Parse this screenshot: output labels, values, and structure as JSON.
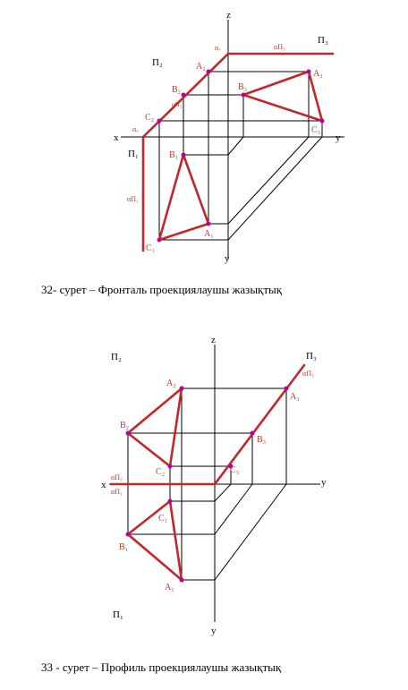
{
  "figure1": {
    "caption": "32-  сурет – Фронталь проекциялаушы жазықтық",
    "axis": {
      "z": "z",
      "x": "x",
      "y1": "y",
      "y2": "y"
    },
    "planes": {
      "p2": "П₂",
      "p3": "П₃",
      "p1": "П₁"
    },
    "alpha": {
      "a_z": "αₓ",
      "a_x": "αₓ",
      "a_p3": "αΠ₃",
      "a_p2": "αΠ₂",
      "a_p1": "αΠ₁"
    },
    "points": {
      "A2": "A₂",
      "B2": "B₂",
      "C2": "C₂",
      "A3": "A₃",
      "B3": "B₃",
      "C3": "C₃",
      "A1": "A₁",
      "B1": "B₁",
      "C1": "C₁"
    }
  },
  "figure2": {
    "caption": "33 -  сурет – Профиль проекциялаушы жазықтық",
    "axis": {
      "z": "z",
      "x": "x",
      "y1": "y",
      "y2": "y"
    },
    "planes": {
      "p2": "П₂",
      "p3": "П₃",
      "p1": "П₁"
    },
    "alpha": {
      "a_p3": "αΠ₃",
      "a_p2": "αΠ₂",
      "a_p1": "αΠ₁"
    },
    "points": {
      "A2": "A₂",
      "B2": "B₂",
      "C2": "C₂",
      "A3": "A₃",
      "B3": "B₃",
      "C3": "C₃",
      "A1": "A₁",
      "B1": "B₁",
      "C1": "C₁"
    }
  },
  "colors": {
    "trace": "#c0282b",
    "point": "#b8009b",
    "label": "#c0392b",
    "line": "#000000"
  }
}
